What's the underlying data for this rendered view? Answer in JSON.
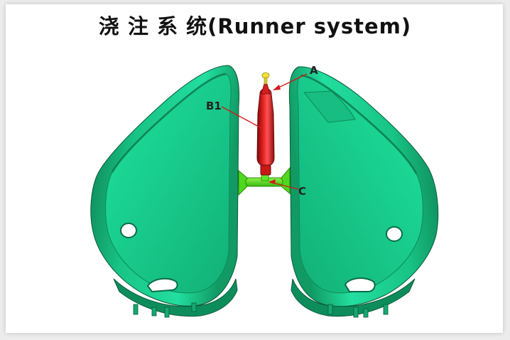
{
  "title": "浇 注 系 统(Runner system)",
  "callouts": {
    "sprue": "A",
    "runner_body": "B1",
    "gate": "C"
  },
  "colors": {
    "part": "#1ed896",
    "part_dark": "#0f8a5a",
    "part_shadow": "#0b6b46",
    "sprue": "#e01c1c",
    "sprue_dark": "#8f0d0d",
    "runner": "#56e020",
    "nozzle": "#f2e23a",
    "leader": "#d61818"
  },
  "icons": {
    "left_part": "left-molded-shell",
    "right_part": "right-molded-shell",
    "sprue": "sprue-runner",
    "runner": "cross-runner",
    "nozzle": "nozzle-tip"
  }
}
